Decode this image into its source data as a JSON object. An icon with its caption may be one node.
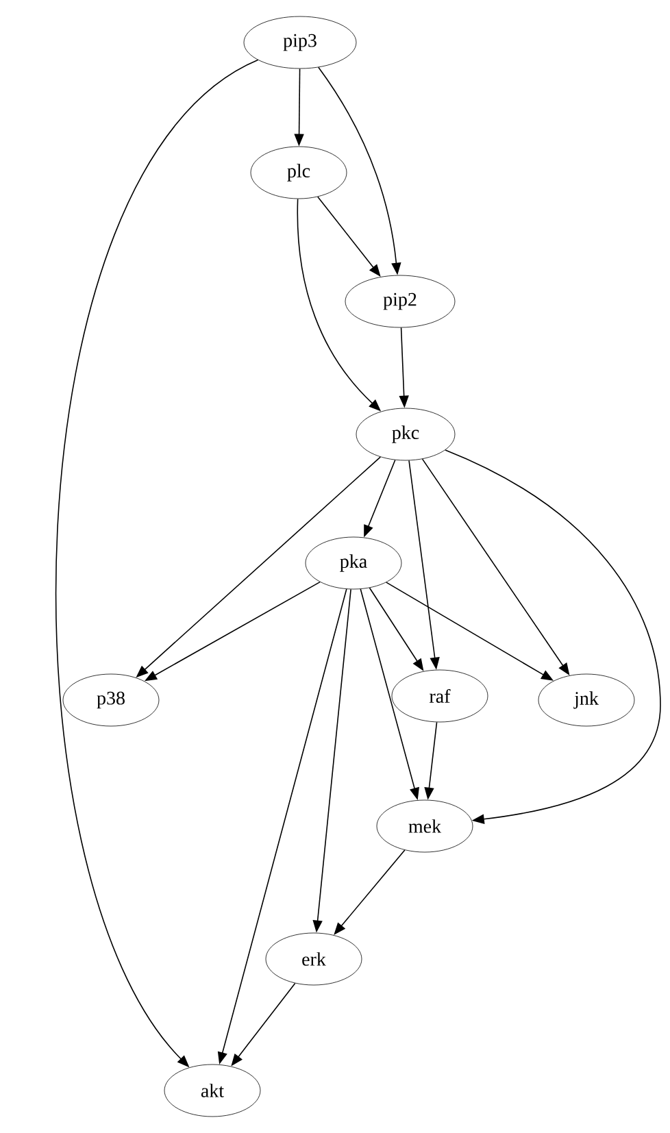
{
  "diagram": {
    "nodes": [
      {
        "text": [
          "pip3"
        ]
      },
      {
        "text": [
          "plc"
        ]
      },
      {
        "text": [
          "pip2"
        ]
      },
      {
        "text": [
          "pkc"
        ]
      },
      {
        "text": [
          "pka"
        ]
      },
      {
        "text": [
          "p38"
        ]
      },
      {
        "text": [
          "raf"
        ]
      },
      {
        "text": [
          "jnk"
        ]
      },
      {
        "text": [
          "mek"
        ]
      },
      {
        "text": [
          "erk"
        ]
      },
      {
        "text": [
          "akt"
        ]
      }
    ],
    "edges": [
      {
        "from": 0,
        "to": 1,
        "arrow": "to"
      },
      {
        "from": 0,
        "to": 2,
        "arrow": "to"
      },
      {
        "from": 0,
        "to": 10,
        "arrow": "to"
      },
      {
        "from": 1,
        "to": 2,
        "arrow": "to"
      },
      {
        "from": 1,
        "to": 3,
        "arrow": "to"
      },
      {
        "from": 2,
        "to": 3,
        "arrow": "to"
      },
      {
        "from": 3,
        "to": 4,
        "arrow": "to"
      },
      {
        "from": 3,
        "to": 5,
        "arrow": "to"
      },
      {
        "from": 3,
        "to": 6,
        "arrow": "to"
      },
      {
        "from": 3,
        "to": 7,
        "arrow": "to"
      },
      {
        "from": 3,
        "to": 8,
        "arrow": "to"
      },
      {
        "from": 4,
        "to": 5,
        "arrow": "to"
      },
      {
        "from": 4,
        "to": 6,
        "arrow": "to"
      },
      {
        "from": 4,
        "to": 7,
        "arrow": "to"
      },
      {
        "from": 4,
        "to": 8,
        "arrow": "to"
      },
      {
        "from": 4,
        "to": 9,
        "arrow": "to"
      },
      {
        "from": 4,
        "to": 10,
        "arrow": "to"
      },
      {
        "from": 6,
        "to": 8,
        "arrow": "to"
      },
      {
        "from": 8,
        "to": 9,
        "arrow": "to"
      },
      {
        "from": 9,
        "to": 10,
        "arrow": "to"
      }
    ]
  }
}
